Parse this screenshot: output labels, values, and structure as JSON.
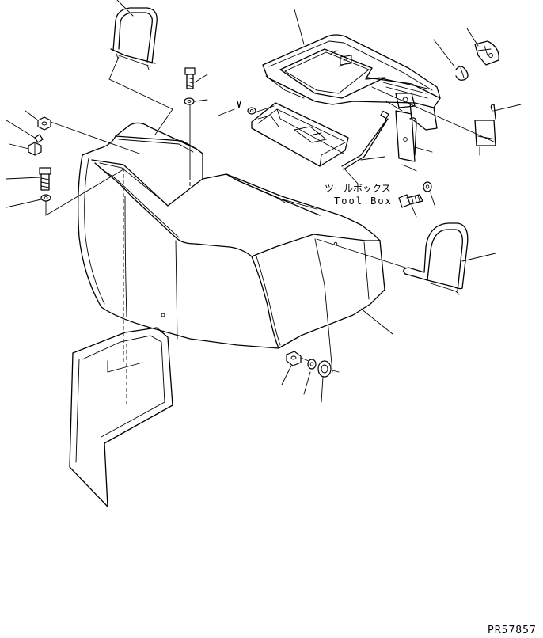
{
  "labels": {
    "tool_box_jp": "ツールボックス",
    "tool_box_en": "Tool Box",
    "drawing_code": "PR57857"
  },
  "colors": {
    "line": "#000000",
    "background": "#ffffff"
  }
}
